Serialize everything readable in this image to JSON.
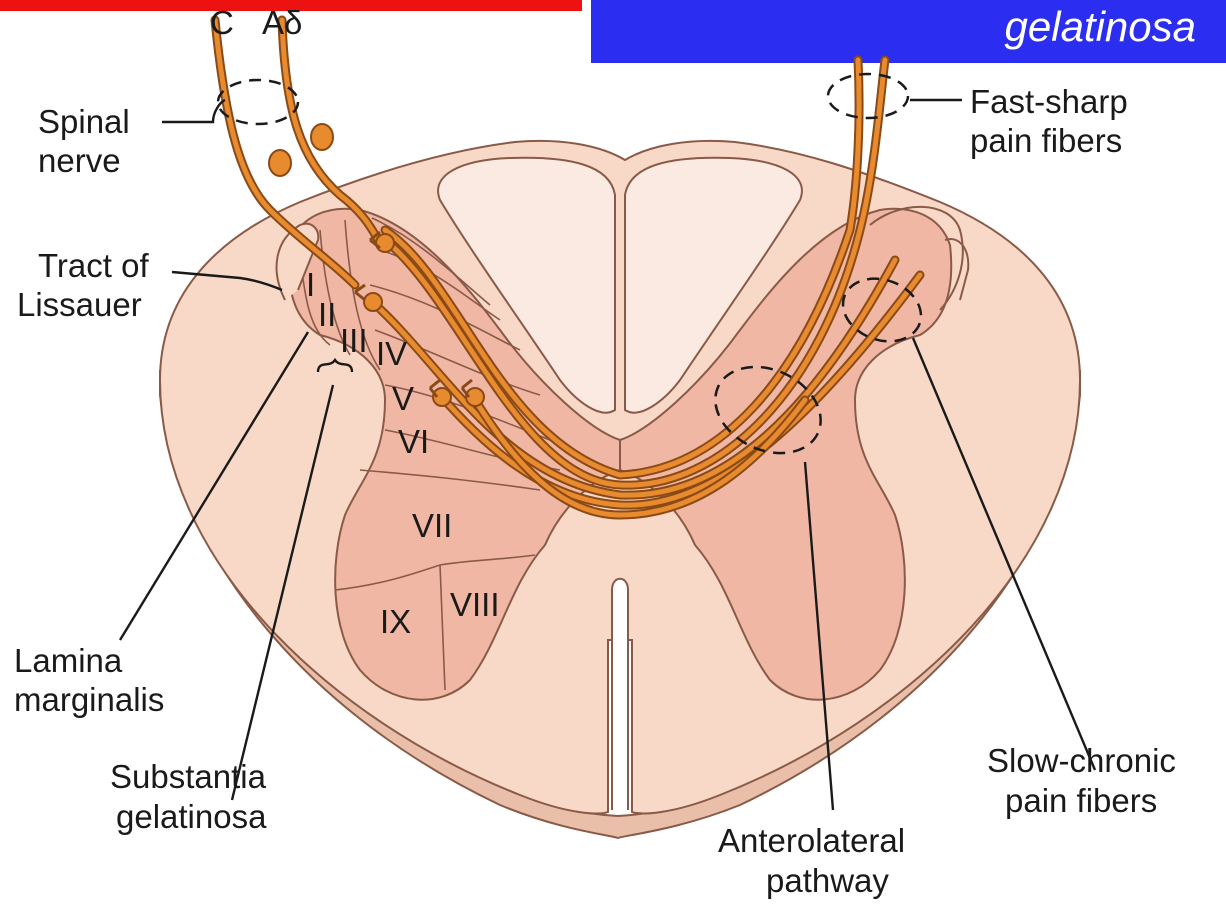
{
  "banner": {
    "text": "gelatinosa"
  },
  "fibers": {
    "c": "C",
    "a_delta": "Aδ"
  },
  "labels": {
    "spinal_nerve": [
      "Spinal",
      "nerve"
    ],
    "tract_of_lissauer": [
      "Tract of",
      "Lissauer"
    ],
    "lamina_marginalis": [
      "Lamina",
      "marginalis"
    ],
    "substantia_gelatinosa": [
      "Substantia",
      "gelatinosa"
    ],
    "fast_sharp": [
      "Fast-sharp",
      "pain fibers"
    ],
    "slow_chronic": [
      "Slow-chronic",
      "pain fibers"
    ],
    "anterolateral": [
      "Anterolateral",
      "pathway"
    ]
  },
  "laminae": [
    "I",
    "II",
    "III",
    "IV",
    "V",
    "VI",
    "VII",
    "VIII",
    "IX"
  ],
  "colors": {
    "white_matter": "#f8d8c6",
    "gray_matter": "#f0b8a4",
    "posterior_column": "#fbeae2",
    "fiber": "#e88a2e",
    "outline": "#8a5a48",
    "banner_blue": "#2b2df0",
    "top_bar_red": "#ee1111"
  }
}
